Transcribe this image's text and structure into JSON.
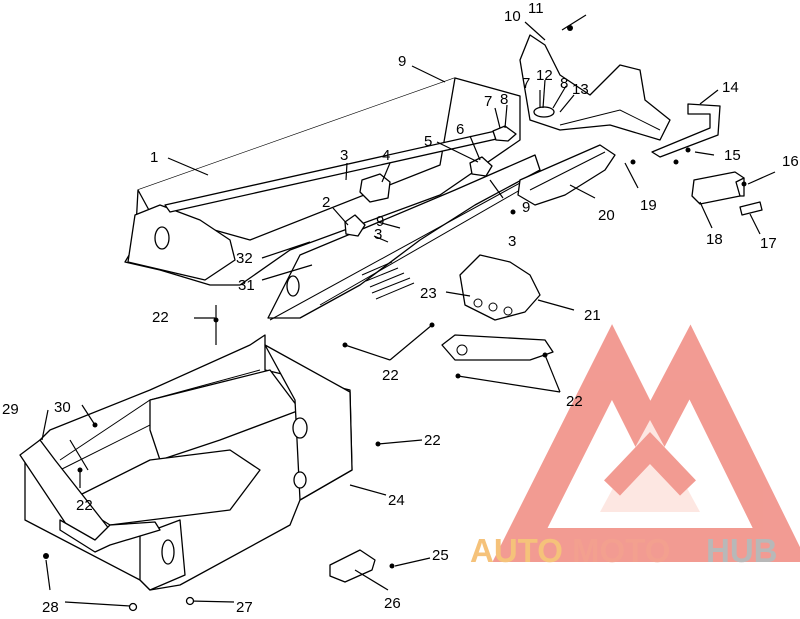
{
  "callouts": [
    {
      "id": "c1",
      "label": "1"
    },
    {
      "id": "c2",
      "label": "2"
    },
    {
      "id": "c3a",
      "label": "3"
    },
    {
      "id": "c3b",
      "label": "3"
    },
    {
      "id": "c3c",
      "label": "3"
    },
    {
      "id": "c4",
      "label": "4"
    },
    {
      "id": "c5",
      "label": "5"
    },
    {
      "id": "c6",
      "label": "6"
    },
    {
      "id": "c7a",
      "label": "7"
    },
    {
      "id": "c7b",
      "label": "7"
    },
    {
      "id": "c8a",
      "label": "8"
    },
    {
      "id": "c8b",
      "label": "8"
    },
    {
      "id": "c9a",
      "label": "9"
    },
    {
      "id": "c9b",
      "label": "9"
    },
    {
      "id": "c9c",
      "label": "9"
    },
    {
      "id": "c10",
      "label": "10"
    },
    {
      "id": "c11",
      "label": "11"
    },
    {
      "id": "c12",
      "label": "12"
    },
    {
      "id": "c13",
      "label": "13"
    },
    {
      "id": "c14",
      "label": "14"
    },
    {
      "id": "c15",
      "label": "15"
    },
    {
      "id": "c16",
      "label": "16"
    },
    {
      "id": "c17",
      "label": "17"
    },
    {
      "id": "c18",
      "label": "18"
    },
    {
      "id": "c19",
      "label": "19"
    },
    {
      "id": "c20",
      "label": "20"
    },
    {
      "id": "c21",
      "label": "21"
    },
    {
      "id": "c22a",
      "label": "22"
    },
    {
      "id": "c22b",
      "label": "22"
    },
    {
      "id": "c22c",
      "label": "22"
    },
    {
      "id": "c22d",
      "label": "22"
    },
    {
      "id": "c22e",
      "label": "22"
    },
    {
      "id": "c23",
      "label": "23"
    },
    {
      "id": "c24",
      "label": "24"
    },
    {
      "id": "c25",
      "label": "25"
    },
    {
      "id": "c26",
      "label": "26"
    },
    {
      "id": "c27",
      "label": "27"
    },
    {
      "id": "c28",
      "label": "28"
    },
    {
      "id": "c29",
      "label": "29"
    },
    {
      "id": "c30",
      "label": "30"
    },
    {
      "id": "c31",
      "label": "31"
    },
    {
      "id": "c32",
      "label": "32"
    }
  ],
  "watermark": {
    "part1": "AUTO",
    "part2": "MOTO",
    "part3": "HUB",
    "color_auto": "#f5c27a",
    "color_moto": "#f3a08f",
    "color_hub": "#b8b8b8",
    "logo_color": "#f08a80"
  }
}
